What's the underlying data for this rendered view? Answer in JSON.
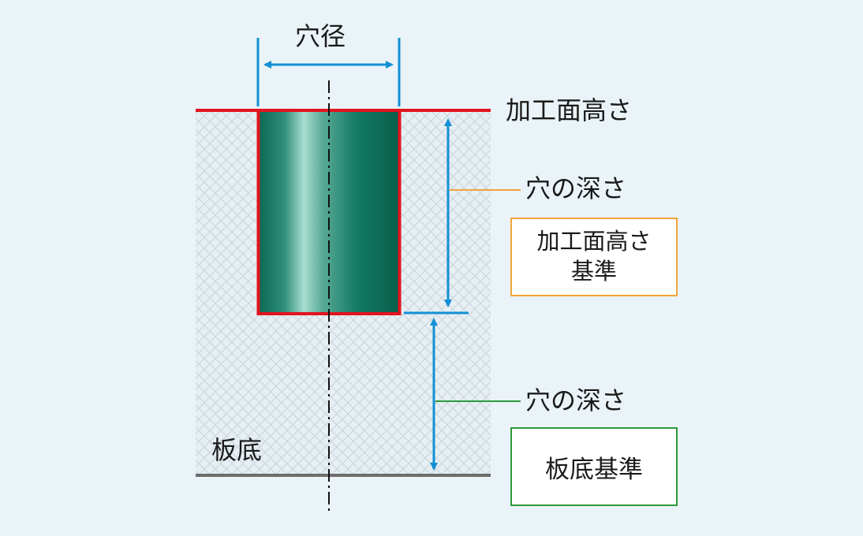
{
  "labels": {
    "hole_diameter": "穴径",
    "machined_surface_height": "加工面高さ",
    "hole_depth_1": "穴の深さ",
    "hole_depth_2": "穴の深さ",
    "plate_bottom": "板底"
  },
  "boxes": {
    "surface_reference_line1": "加工面高さ",
    "surface_reference_line2": "基準",
    "bottom_reference": "板底基準"
  },
  "colors": {
    "background": "#eaf3f7",
    "surface_line": "#e0141e",
    "bottom_line": "#6d6d6d",
    "dimension_blue": "#1390d6",
    "surface_box_border": "#f2a33a",
    "bottom_box_border": "#2d9a3c",
    "hole_fill_dark": "#0d6a55",
    "hole_fill_light": "#a9ddd0"
  }
}
